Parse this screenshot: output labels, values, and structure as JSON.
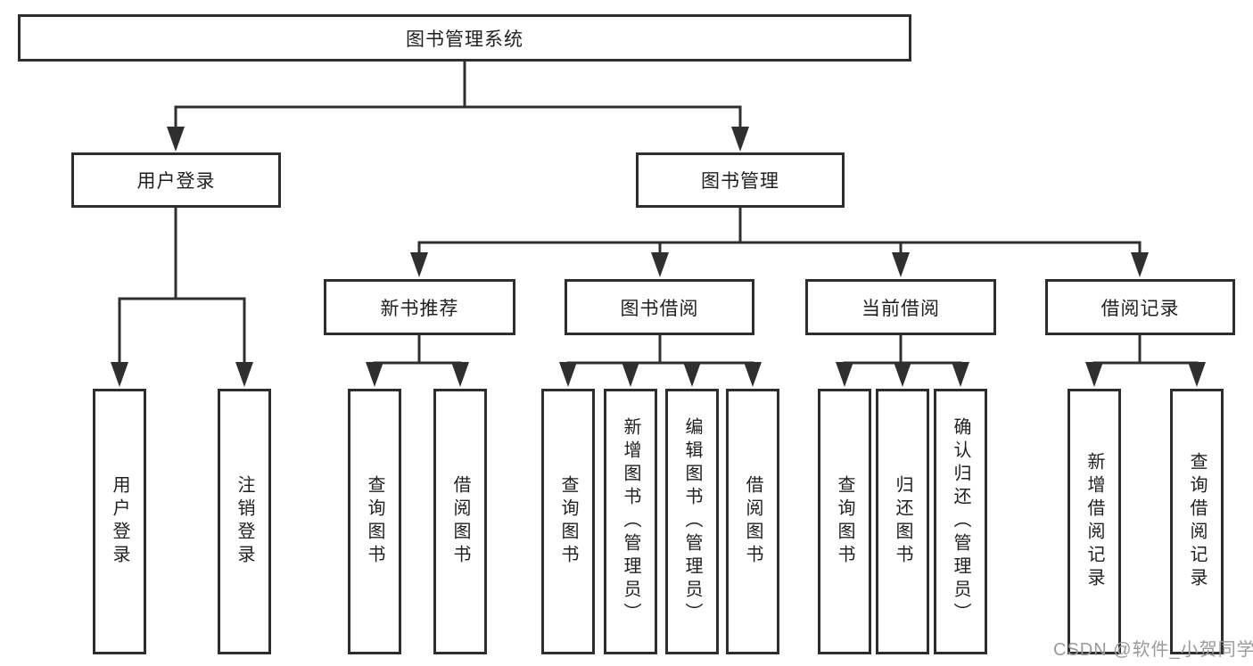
{
  "diagram": {
    "root": {
      "label": "图书管理系统"
    },
    "branches": [
      {
        "label": "用户登录",
        "children": [
          {
            "label": "用户登录"
          },
          {
            "label": "注销登录"
          }
        ]
      },
      {
        "label": "图书管理",
        "sections": [
          {
            "label": "新书推荐",
            "children": [
              {
                "label": "查询图书"
              },
              {
                "label": "借阅图书"
              }
            ]
          },
          {
            "label": "图书借阅",
            "children": [
              {
                "label": "查询图书"
              },
              {
                "label": "新增图书（管理员）"
              },
              {
                "label": "编辑图书（管理员）"
              },
              {
                "label": "借阅图书"
              }
            ]
          },
          {
            "label": "当前借阅",
            "children": [
              {
                "label": "查询图书"
              },
              {
                "label": "归还图书"
              },
              {
                "label": "确认归还（管理员）"
              }
            ]
          },
          {
            "label": "借阅记录",
            "children": [
              {
                "label": "新增借阅记录"
              },
              {
                "label": "查询借阅记录"
              }
            ]
          }
        ]
      }
    ]
  },
  "watermark": {
    "text": "CSDN @软件_小贺同学"
  },
  "colors": {
    "line": "#2f2f2f",
    "box_border": "#2e2e2e",
    "background": "#ffffff",
    "watermark_text": "#9a9a9a"
  }
}
